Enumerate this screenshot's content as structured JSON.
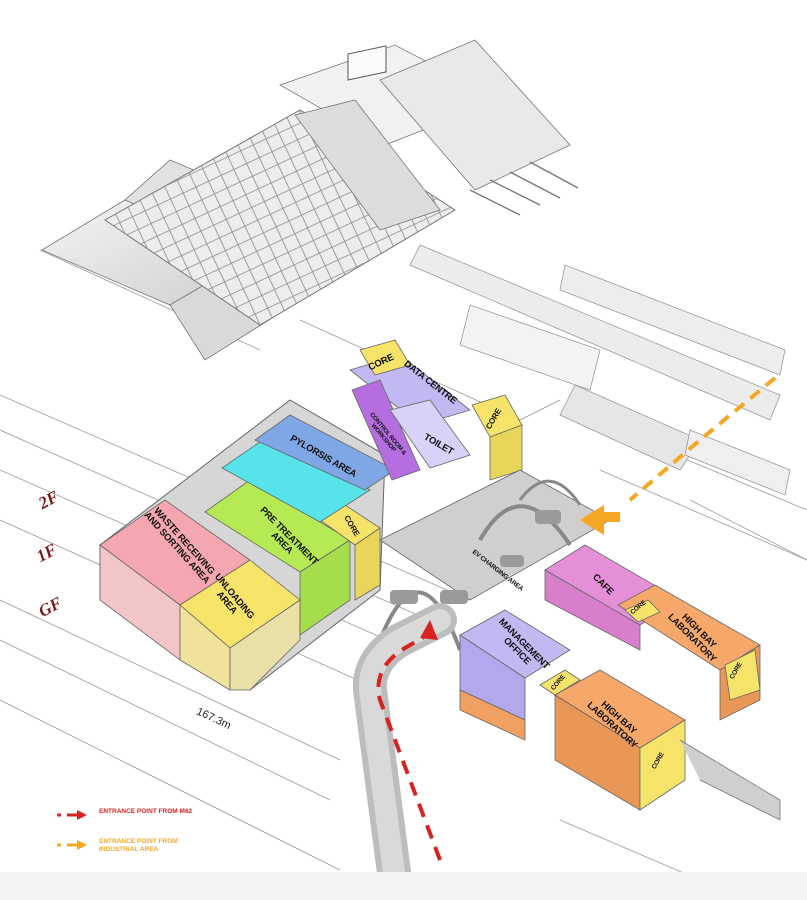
{
  "floor_tags": {
    "second": "2F",
    "first": "1F",
    "ground": "GF"
  },
  "dimension": "167.3m",
  "zones": {
    "core_top": "CORE",
    "data_centre": "DATA CENTRE",
    "core_right": "CORE",
    "control_room": "CONTROL ROOM & WORKSHOP",
    "toilet": "TOILET",
    "pyrolysis": "PYLORSIS AREA",
    "waste_receiving": "WASTE RECEIVING AND SORTING AREA",
    "pre_treatment": "PRE TREATMENT AREA",
    "core_mid": "CORE",
    "unloading": "UNLOADING AREA",
    "ev_charging": "EV CHARGING AREA",
    "cafe": "CAFE",
    "core_cafe": "CORE",
    "high_bay_lab_1": "HIGH BAY LABORATORY",
    "core_lab_1": "CORE",
    "management_office": "MANAGEMENT OFFICE",
    "core_office": "CORE",
    "high_bay_lab_2": "HIGH BAY LABORATORY",
    "core_lab_2": "CORE"
  },
  "legend": {
    "m62": "ENTRANCE POINT FROM M62",
    "industrial": "ENTRANCE POINT FROM INDUSTRIAL AREA"
  },
  "colors": {
    "red_route": "#d8231f",
    "orange_route": "#f5a623",
    "floor_tag": "#7a1717",
    "pink": "#f4a7b0",
    "yellow": "#f5e36a",
    "green": "#b6ea55",
    "cyan": "#56e3ea",
    "blue": "#7fa7e6",
    "lavender": "#c2b9f2",
    "purple": "#b46ee0",
    "magenta": "#e58fd8",
    "orange": "#f5a86a"
  }
}
